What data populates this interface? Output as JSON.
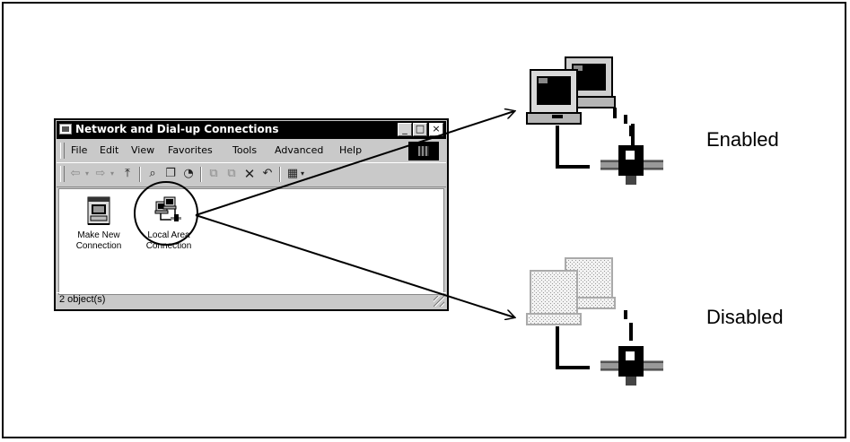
{
  "window": {
    "title": "Network and Dial-up Connections",
    "title_buttons": [
      "_",
      "□",
      "×"
    ],
    "menu": [
      "File",
      "Edit",
      "View",
      "Favorites",
      "Tools",
      "Advanced",
      "Help"
    ],
    "toolbar_icons": [
      "back-icon",
      "forward-icon",
      "up-folder-icon",
      "search-icon",
      "folders-icon",
      "history-icon",
      "move-to-icon",
      "copy-to-icon",
      "delete-icon",
      "undo-icon",
      "views-icon"
    ],
    "items": [
      {
        "line1": "Make New",
        "line2": "Connection",
        "icon": "make-new-connection-icon"
      },
      {
        "line1": "Local Area",
        "line2": "Connection",
        "icon": "local-area-connection-icon"
      }
    ],
    "status": "2 object(s)"
  },
  "states": {
    "enabled": "Enabled",
    "disabled": "Disabled"
  }
}
